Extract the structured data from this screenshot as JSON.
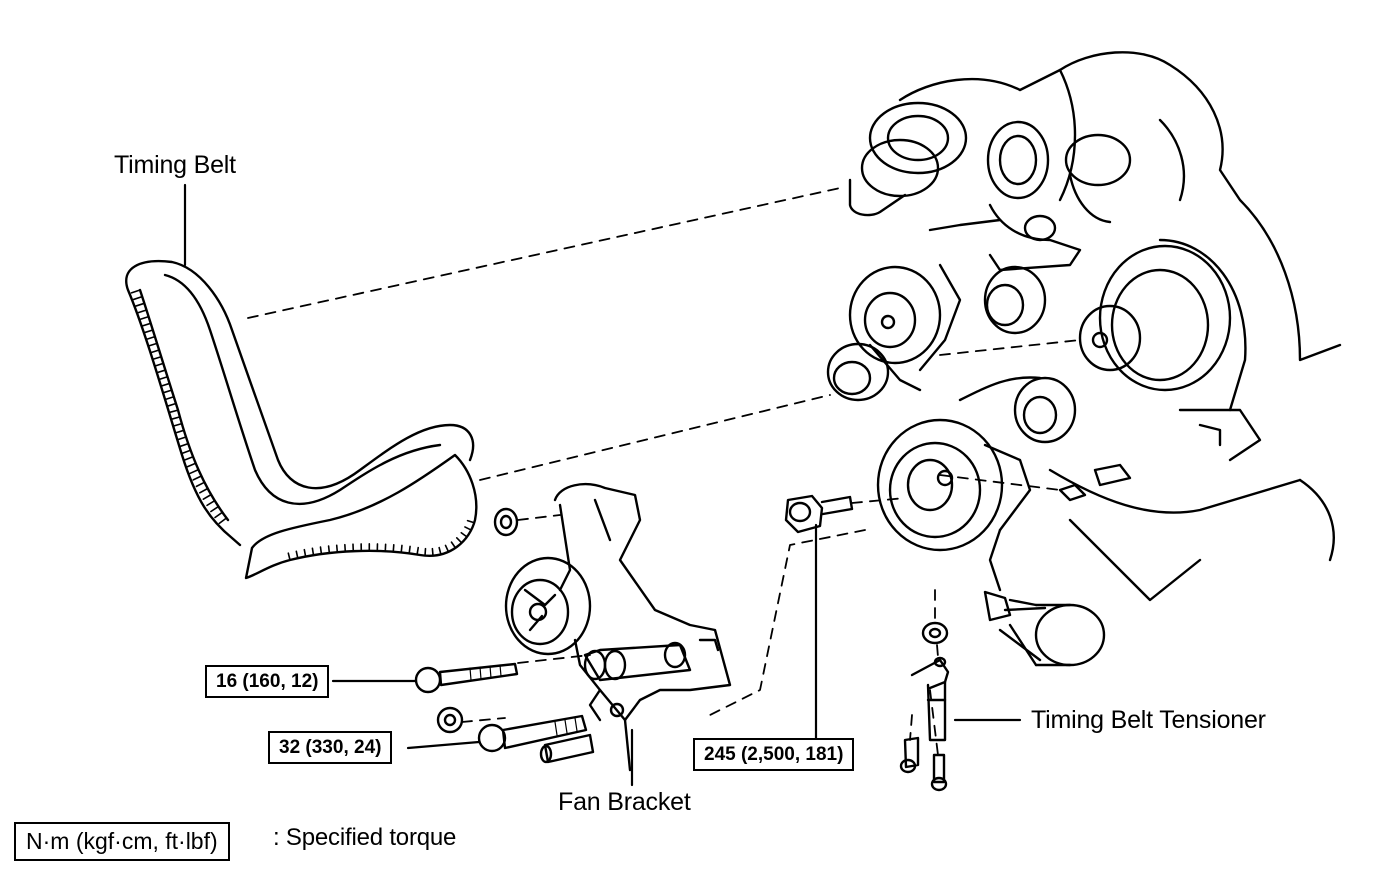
{
  "labels": {
    "timing_belt": "Timing Belt",
    "timing_belt_tensioner": "Timing Belt Tensioner",
    "fan_bracket": "Fan Bracket"
  },
  "torques": {
    "t16": "16 (160, 12)",
    "t32": "32 (330, 24)",
    "t245": "245 (2,500, 181)"
  },
  "legend": {
    "unit_box": "N·m (kgf·cm, ft·lbf)",
    "meaning": ": Specified torque"
  }
}
